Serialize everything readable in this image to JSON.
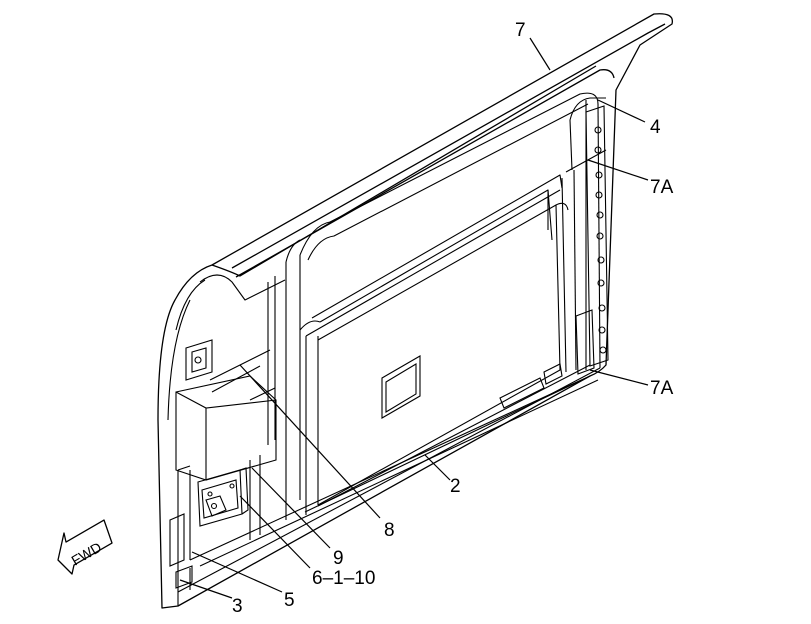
{
  "diagram": {
    "callouts": {
      "c7": "7",
      "c4": "4",
      "c7a_top": "7A",
      "c7a_bottom": "7A",
      "c2": "2",
      "c8": "8",
      "c9": "9",
      "c6110": "6–1–10",
      "c5": "5",
      "c3": "3"
    },
    "direction_arrow": {
      "label": "FWD",
      "icon": "forward-arrow-icon"
    }
  }
}
